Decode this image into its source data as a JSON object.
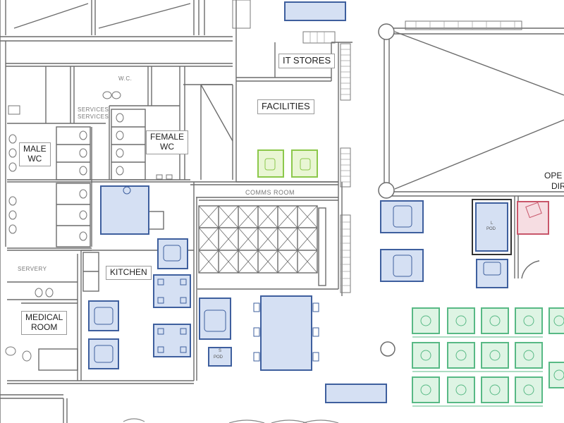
{
  "rooms": {
    "it_stores": "IT STORES",
    "facilities": "FACILITIES",
    "male_wc_line1": "MALE",
    "male_wc_line2": "WC",
    "female_wc_line1": "FEMALE",
    "female_wc_line2": "WC",
    "kitchen": "KITCHEN",
    "medical_line1": "MEDICAL",
    "medical_line2": "ROOM",
    "comms_room": "COMMS ROOM",
    "servery": "SERVERY",
    "services_1": "SERVICES",
    "services_2": "SERVICES",
    "wc_small": "W.C.",
    "open_line1": "OPE",
    "open_line2": "DIR"
  },
  "pods": {
    "small_pod": "POD",
    "small_pod_top": "S",
    "large_pod": "POD",
    "large_pod_top": "L"
  },
  "colors": {
    "blue_fill": "#d5e0f3",
    "blue_stroke": "#3e5f9e",
    "green_fill": "#def4e4",
    "green_stroke": "#58b985",
    "lime_fill": "#e9f6d4",
    "lime_stroke": "#8cc84b",
    "red_fill": "#f6dde2",
    "red_stroke": "#c8566a",
    "wall": "#6c6c6c"
  }
}
